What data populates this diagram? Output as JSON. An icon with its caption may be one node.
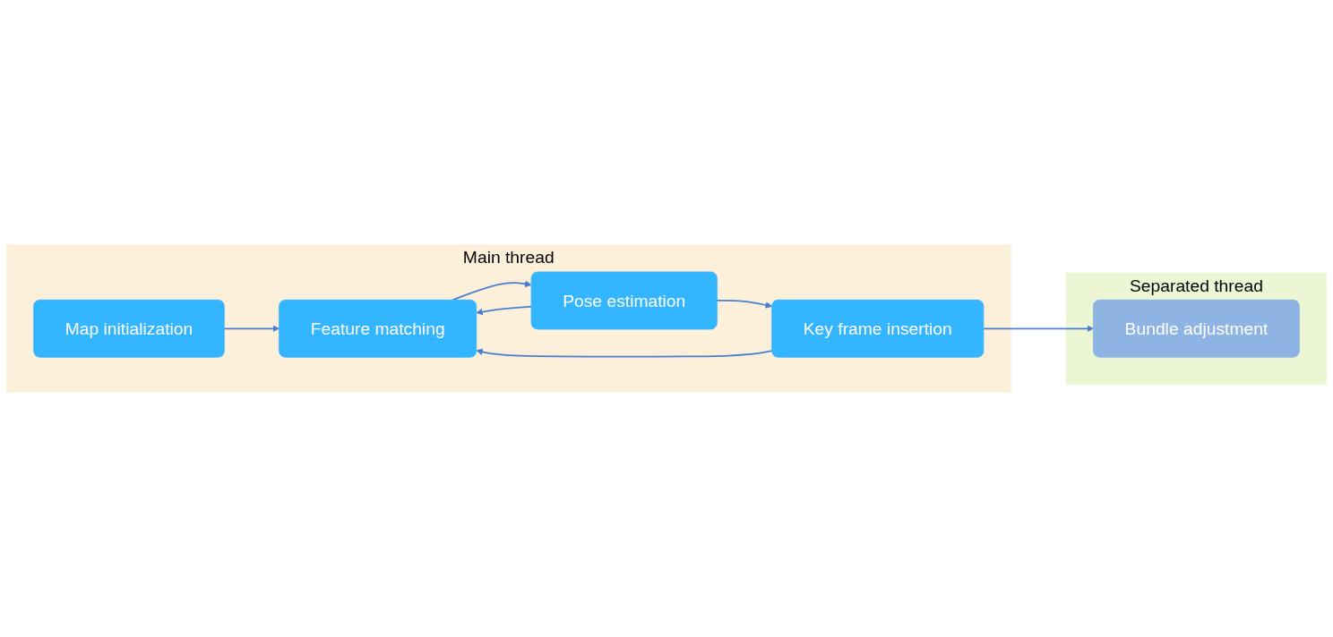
{
  "diagram": {
    "nodes": [
      {
        "text": [
          "Main thread"
        ]
      },
      {
        "text": [
          "Separated thread"
        ]
      },
      {
        "text": [
          "Map initialization"
        ],
        "in": 0
      },
      {
        "text": [
          "Feature matching"
        ],
        "in": 0
      },
      {
        "text": [
          "Pose estimation"
        ],
        "in": 0
      },
      {
        "text": [
          "Key frame insertion"
        ],
        "in": 0
      },
      {
        "text": [
          "Bundle adjustment"
        ],
        "in": 1
      }
    ],
    "edges": [
      {
        "from": 2,
        "to": 3,
        "arrow": "to"
      },
      {
        "from": 3,
        "to": 4,
        "arrow": "to"
      },
      {
        "from": 4,
        "to": 3,
        "arrow": "to"
      },
      {
        "from": 4,
        "to": 5,
        "arrow": "to"
      },
      {
        "from": 5,
        "to": 3,
        "arrow": "to"
      },
      {
        "from": 5,
        "to": 6,
        "arrow": "to"
      }
    ]
  }
}
